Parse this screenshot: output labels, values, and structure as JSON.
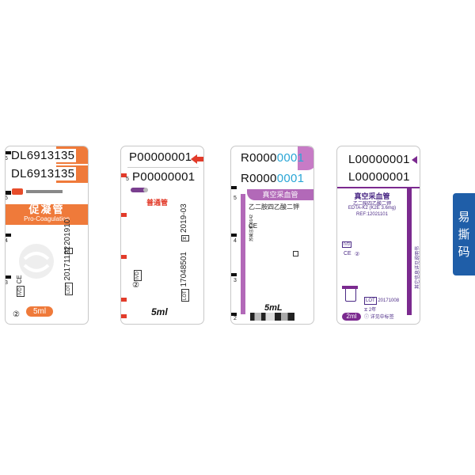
{
  "labels": {
    "l1": {
      "code1": "DL6913135",
      "code2": "DL6913135",
      "band_cn": "促凝管",
      "band_en": "Pro-Coagulation",
      "lot_date": "20171122",
      "exp_date": "201910",
      "ivd": "IVD",
      "volume": "5ml",
      "ticks": [
        "6",
        "5",
        "4",
        "3"
      ],
      "colors": {
        "accent": "#ef7a3a"
      }
    },
    "l2": {
      "code1": "P00000001",
      "code2": "P00000001",
      "tube_cn": "普通管",
      "exp_date": "2019-03",
      "lot": "17048501",
      "ivd": "IVD",
      "volume": "5ml",
      "ticks": [
        "5"
      ],
      "colors": {
        "accent": "#e23b2a"
      }
    },
    "l3": {
      "code1_prefix": "R0000",
      "code1_suffix": "0001",
      "code2_prefix": "R0000",
      "code2_suffix": "0001",
      "header_cn": "真空采血管",
      "additive_cn": "乙二胺四乙酸二钾",
      "reg_text": "苏械注准20142",
      "volume": "5mL",
      "ticks": [
        "5",
        "4",
        "3",
        "2"
      ],
      "colors": {
        "accent": "#b269b8",
        "code_blue": "#2aa6d6"
      }
    },
    "l4": {
      "code1": "L00000001",
      "code2": "L00000001",
      "title_cn": "真空采血管",
      "sub_cn": "乙二胺四乙酸二钾",
      "spec": "EDTA-K2 (K2E 3.6mg)",
      "ref": "REF:12021101",
      "lot": "20171008",
      "exp": "2年",
      "note_cn": "详见中标签",
      "vertical_note": "其它信息详见说明书",
      "volume": "2ml",
      "ivd": "IVD",
      "colors": {
        "accent": "#7b2a8f"
      }
    }
  },
  "side_tab": {
    "lines": [
      "易",
      "撕",
      "码"
    ],
    "color": "#1f5ea8"
  }
}
